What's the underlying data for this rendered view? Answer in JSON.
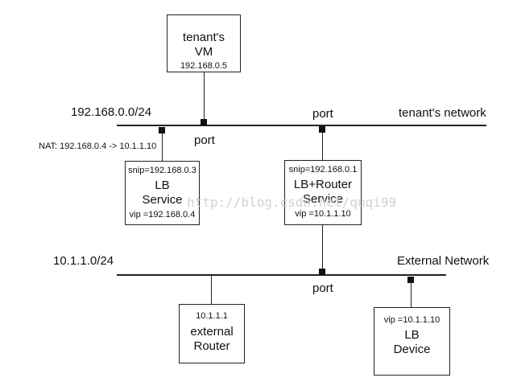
{
  "networks": {
    "tenant": {
      "cidr": "192.168.0.0/24",
      "name": "tenant's network"
    },
    "external": {
      "cidr": "10.1.1.0/24",
      "name": "External Network"
    }
  },
  "port_labels": {
    "vm_port": "port",
    "router_tenant_port": "port",
    "router_external_port": "port"
  },
  "nat_text": "NAT: 192.168.0.4 -> 10.1.1.10",
  "nodes": {
    "vm": {
      "line1": "tenant's",
      "line2": "VM",
      "ip": "192.168.0.5"
    },
    "lb_service": {
      "snip": "snip=192.168.0.3",
      "line1": "LB",
      "line2": "Service",
      "vip": "vip =192.168.0.4"
    },
    "lb_router": {
      "snip": "snip=192.168.0.1",
      "line1": "LB+Router",
      "line2": "Service",
      "vip": "vip =10.1.1.10"
    },
    "ext_router": {
      "ip": "10.1.1.1",
      "line1": "external",
      "line2": "Router"
    },
    "lb_device": {
      "vip": "vip =10.1.1.10",
      "line1": "LB",
      "line2": "Device"
    }
  },
  "watermark": "http://blog.csdn.net/quqi99"
}
